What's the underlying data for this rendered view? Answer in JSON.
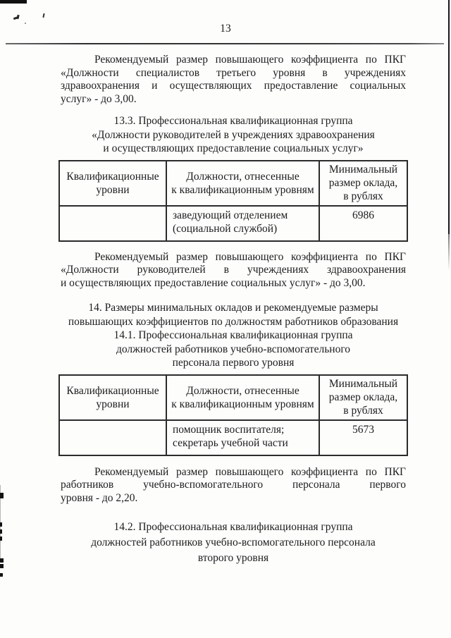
{
  "page_number": "13",
  "intro_note": {
    "lines": [
      "Рекомендуемый размер повышающего коэффициента по ПКГ",
      "«Должности специалистов третьего уровня в учреждениях",
      "здравоохранения и осуществляющих предоставление социальных",
      "услуг» - до 3,00."
    ]
  },
  "section_13_3": {
    "heading": "13.3. Профессиональная квалификационная группа\n«Должности руководителей в учреждениях здравоохранения\nи осуществляющих предоставление социальных услуг»",
    "table": {
      "col_headers": [
        "Квалификационные\nуровни",
        "Должности, отнесенные\nк квалификационным уровням",
        "Минимальный\nразмер оклада,\nв рублях"
      ],
      "rows": [
        {
          "level": "",
          "positions": "заведующий отделением\n(социальной службой)",
          "salary": "6986"
        }
      ]
    },
    "note": {
      "lines": [
        "Рекомендуемый размер повышающего коэффициента по ПКГ",
        "«Должности руководителей в учреждениях здравоохранения",
        "и осуществляющих предоставление социальных услуг» - до 3,00."
      ]
    }
  },
  "section_14": {
    "heading": "14. Размеры минимальных окладов и рекомендуемые размеры\nповышающих коэффициентов по должностям работников образования"
  },
  "section_14_1": {
    "heading": "14.1. Профессиональная квалификационная группа\nдолжностей работников учебно-вспомогательного\nперсонала первого уровня",
    "table": {
      "col_headers": [
        "Квалификационные\nуровни",
        "Должности, отнесенные\nк квалификационным уровням",
        "Минимальный\nразмер оклада,\nв рублях"
      ],
      "rows": [
        {
          "level": "",
          "positions": "помощник воспитателя;\nсекретарь учебной части",
          "salary": "5673"
        }
      ]
    },
    "note": {
      "lines": [
        "Рекомендуемый размер повышающего коэффициента по ПКГ",
        "работников учебно-вспомогательного персонала первого",
        "уровня - до 2,20."
      ]
    }
  },
  "section_14_2": {
    "heading": "14.2. Профессиональная квалификационная группа\nдолжностей работников учебно-вспомогательного персонала\nвторого уровня"
  },
  "colors": {
    "text": "#1c1c1c",
    "table_border": "#2b2b2b",
    "paper": "#fdfdfc"
  }
}
